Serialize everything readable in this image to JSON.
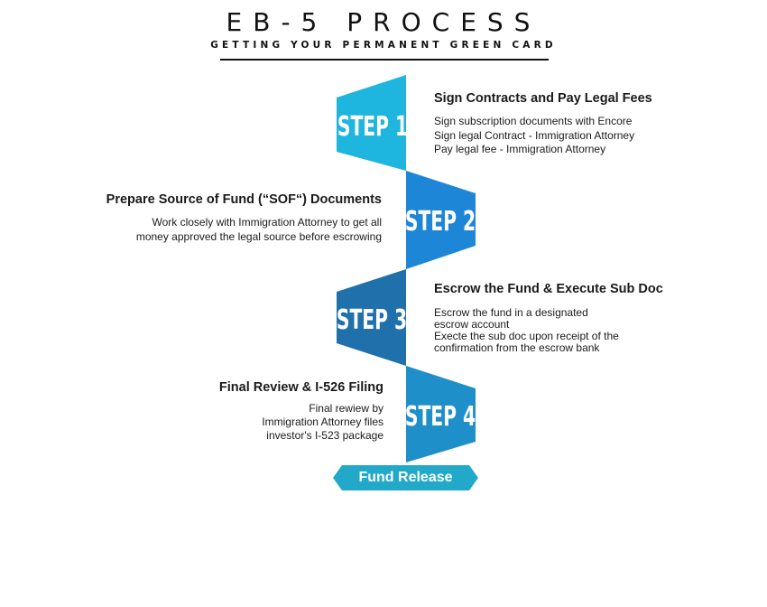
{
  "header": {
    "title": "EB-5 PROCESS",
    "subtitle": "GETTING YOUR PERMANENT GREEN CARD"
  },
  "steps": [
    {
      "label": "STEP 1",
      "color": "#1EB5DE",
      "heading": "Sign Contracts and Pay Legal Fees",
      "lines": [
        "Sign subscription documents with Encore",
        "Sign legal Contract -  Immigration Attorney",
        "Pay legal fee - Immigration Attorney"
      ]
    },
    {
      "label": "STEP 2",
      "color": "#1E86D6",
      "heading": "Prepare Source of Fund (“SOF“) Documents",
      "lines": [
        "Work closely with Immigration Attorney to get all",
        "money approved the legal source before escrowing"
      ]
    },
    {
      "label": "STEP 3",
      "color": "#2070AC",
      "heading": "Escrow the Fund & Execute Sub Doc",
      "lines": [
        "Escrow the fund in a designated",
        "escrow account",
        "Execte the sub doc upon receipt of the",
        "confirmation from the escrow bank"
      ]
    },
    {
      "label": "STEP 4",
      "color": "#1E8FC9",
      "heading": "Final Review & I-526 Filing",
      "lines": [
        "Final rewiew by",
        "Immigration  Attorney files",
        "investor's I-523 package"
      ]
    }
  ],
  "release": {
    "label": "Fund Release",
    "color": "#22A9C9"
  }
}
